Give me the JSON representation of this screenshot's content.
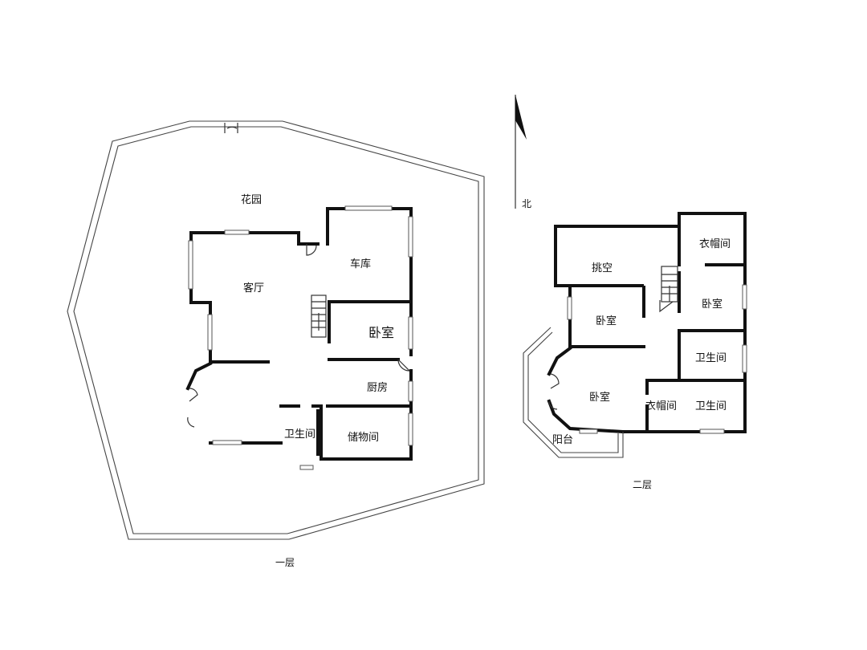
{
  "floor1": {
    "caption": "一层",
    "rooms": {
      "garden": "花园",
      "living": "客厅",
      "garage": "车库",
      "bedroom": "卧室",
      "kitchen": "厨房",
      "bathroom": "卫生间",
      "storage": "储物间"
    }
  },
  "floor2": {
    "caption": "二层",
    "rooms": {
      "void": "挑空",
      "wardrobe_top": "衣帽间",
      "bedroom_right": "卧室",
      "bedroom_upper": "卧室",
      "bedroom_lower": "卧室",
      "bath_upper": "卫生间",
      "bath_lower": "卫生间",
      "wardrobe_mid": "衣帽间",
      "balcony": "阳台"
    }
  },
  "compass": {
    "label": "北",
    "icon": "north-arrow-icon"
  }
}
